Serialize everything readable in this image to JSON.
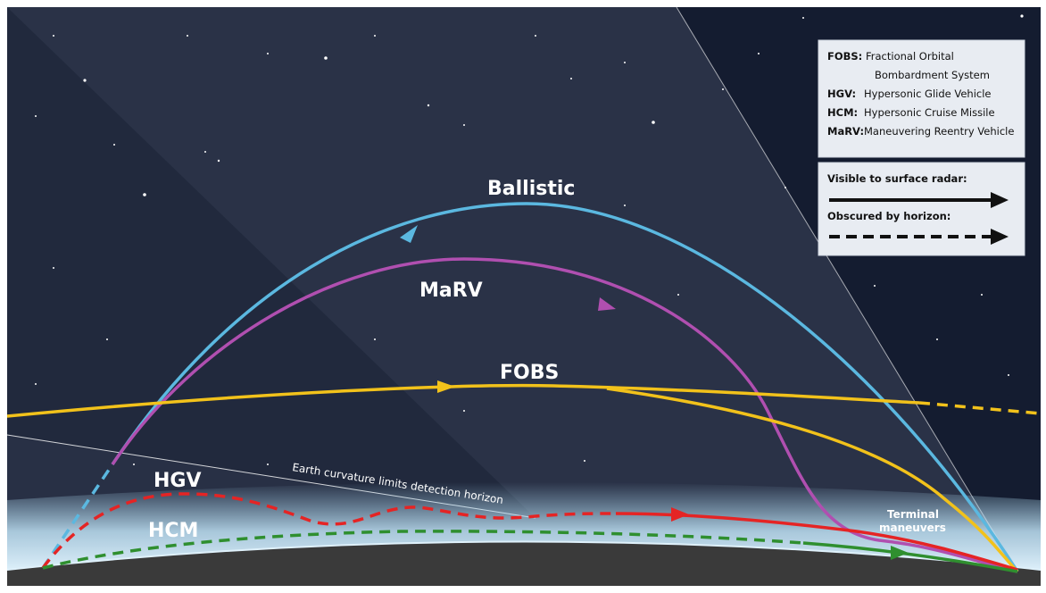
{
  "trajectories": {
    "ballistic": "Ballistic",
    "marv": "MaRV",
    "fobs": "FOBS",
    "hgv": "HGV",
    "hcm": "HCM"
  },
  "annotations": {
    "horizon": "Earth curvature limits detection horizon",
    "terminal_line1": "Terminal",
    "terminal_line2": "maneuvers"
  },
  "legend": {
    "acronyms": [
      {
        "key": "FOBS:",
        "desc": "Fractional Orbital",
        "desc2": "Bombardment System"
      },
      {
        "key": "HGV:",
        "desc": "Hypersonic Glide Vehicle"
      },
      {
        "key": "HCM:",
        "desc": "Hypersonic Cruise Missile"
      },
      {
        "key": "MaRV:",
        "desc": "Maneuvering Reentry Vehicle"
      }
    ],
    "visible_label": "Visible to surface radar:",
    "obscured_label": "Obscured by horizon:"
  },
  "colors": {
    "sky": "#141c30",
    "ballistic": "#5bb8e0",
    "marv": "#b04fb0",
    "fobs": "#f2c21b",
    "hgv": "#e52424",
    "hcm": "#2f8f2f",
    "earth": "#3a3a3a",
    "atmosphere": "#a8d8f0"
  }
}
